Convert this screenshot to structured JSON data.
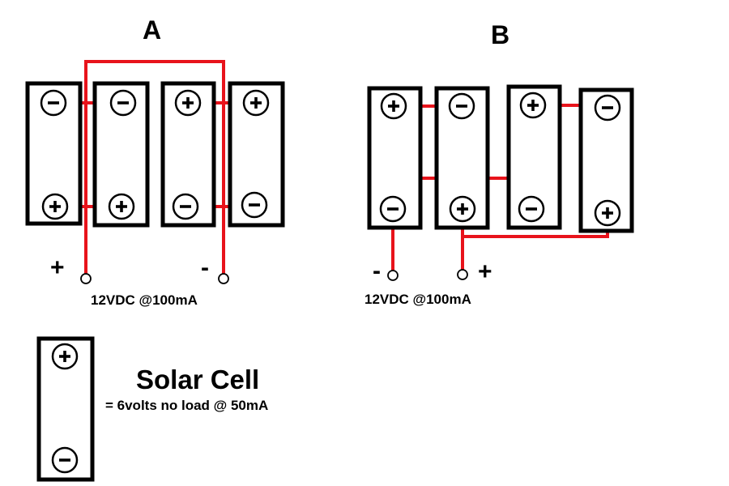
{
  "colors": {
    "wire": "#e8131b",
    "outline": "#000000",
    "background": "#ffffff"
  },
  "diagram_a": {
    "title": "A",
    "positive_label": "+",
    "negative_label": "-",
    "rating": "12VDC @100mA"
  },
  "diagram_b": {
    "title": "B",
    "negative_label": "-",
    "positive_label": "+",
    "rating": "12VDC @100mA"
  },
  "legend": {
    "title": "Solar Cell",
    "description": "= 6volts no load @ 50mA"
  }
}
